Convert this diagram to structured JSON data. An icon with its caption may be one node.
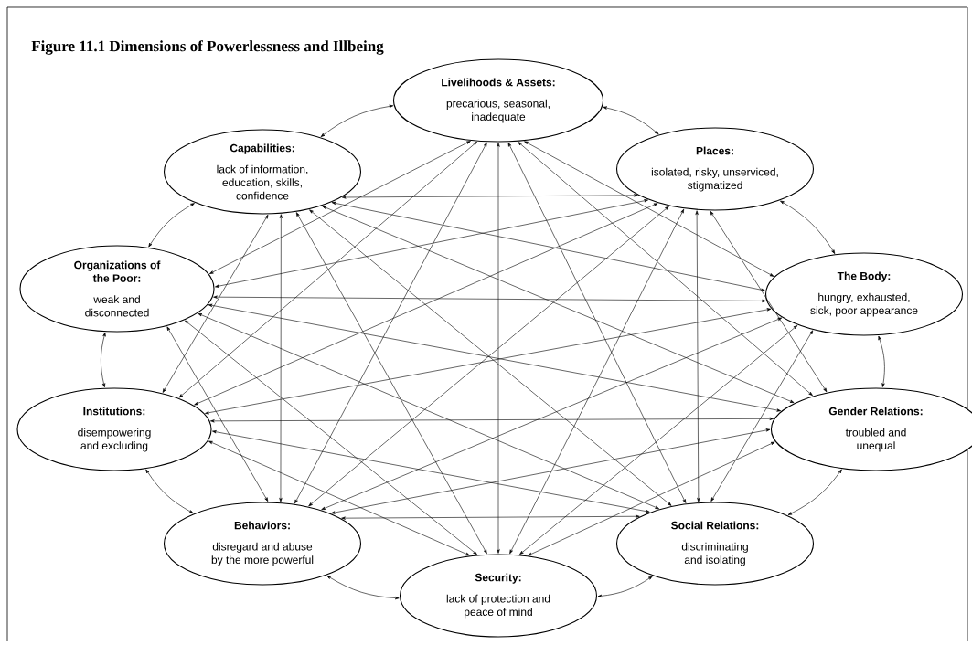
{
  "diagram": {
    "title": "Figure 11.1 Dimensions of Powerlessness and Illbeing",
    "nodes": [
      {
        "text": [
          "Livelihoods & Assets:",
          "precarious, seasonal, inadequate"
        ]
      },
      {
        "text": [
          "Capabilities:",
          "lack of information, education, skills, confidence"
        ]
      },
      {
        "text": [
          "Places:",
          "isolated, risky, unserviced, stigmatized"
        ]
      },
      {
        "text": [
          "Organizations of the Poor:",
          "weak and disconnected"
        ]
      },
      {
        "text": [
          "The Body:",
          "hungry, exhausted, sick, poor appearance"
        ]
      },
      {
        "text": [
          "Institutions:",
          "disempowering and excluding"
        ]
      },
      {
        "text": [
          "Gender Relations:",
          "troubled and unequal"
        ]
      },
      {
        "text": [
          "Behaviors:",
          "disregard and abuse by the more powerful"
        ]
      },
      {
        "text": [
          "Social Relations:",
          "discriminating and isolating"
        ]
      },
      {
        "text": [
          "Security:",
          "lack of protection and peace of mind"
        ]
      }
    ],
    "edges": [
      {
        "from": 0,
        "to": 1,
        "arrow": "both"
      },
      {
        "from": 0,
        "to": 2,
        "arrow": "both"
      },
      {
        "from": 0,
        "to": 3,
        "arrow": "both"
      },
      {
        "from": 0,
        "to": 4,
        "arrow": "both"
      },
      {
        "from": 0,
        "to": 5,
        "arrow": "both"
      },
      {
        "from": 0,
        "to": 6,
        "arrow": "both"
      },
      {
        "from": 0,
        "to": 7,
        "arrow": "both"
      },
      {
        "from": 0,
        "to": 8,
        "arrow": "both"
      },
      {
        "from": 0,
        "to": 9,
        "arrow": "both"
      },
      {
        "from": 1,
        "to": 2,
        "arrow": "both"
      },
      {
        "from": 1,
        "to": 3,
        "arrow": "both"
      },
      {
        "from": 1,
        "to": 4,
        "arrow": "both"
      },
      {
        "from": 1,
        "to": 5,
        "arrow": "both"
      },
      {
        "from": 1,
        "to": 6,
        "arrow": "both"
      },
      {
        "from": 1,
        "to": 7,
        "arrow": "both"
      },
      {
        "from": 1,
        "to": 8,
        "arrow": "both"
      },
      {
        "from": 1,
        "to": 9,
        "arrow": "both"
      },
      {
        "from": 2,
        "to": 3,
        "arrow": "both"
      },
      {
        "from": 2,
        "to": 4,
        "arrow": "both"
      },
      {
        "from": 2,
        "to": 5,
        "arrow": "both"
      },
      {
        "from": 2,
        "to": 6,
        "arrow": "both"
      },
      {
        "from": 2,
        "to": 7,
        "arrow": "both"
      },
      {
        "from": 2,
        "to": 8,
        "arrow": "both"
      },
      {
        "from": 2,
        "to": 9,
        "arrow": "both"
      },
      {
        "from": 3,
        "to": 4,
        "arrow": "both"
      },
      {
        "from": 3,
        "to": 5,
        "arrow": "both"
      },
      {
        "from": 3,
        "to": 6,
        "arrow": "both"
      },
      {
        "from": 3,
        "to": 7,
        "arrow": "both"
      },
      {
        "from": 3,
        "to": 8,
        "arrow": "both"
      },
      {
        "from": 3,
        "to": 9,
        "arrow": "both"
      },
      {
        "from": 4,
        "to": 5,
        "arrow": "both"
      },
      {
        "from": 4,
        "to": 6,
        "arrow": "both"
      },
      {
        "from": 4,
        "to": 7,
        "arrow": "both"
      },
      {
        "from": 4,
        "to": 8,
        "arrow": "both"
      },
      {
        "from": 4,
        "to": 9,
        "arrow": "both"
      },
      {
        "from": 5,
        "to": 6,
        "arrow": "both"
      },
      {
        "from": 5,
        "to": 7,
        "arrow": "both"
      },
      {
        "from": 5,
        "to": 8,
        "arrow": "both"
      },
      {
        "from": 5,
        "to": 9,
        "arrow": "both"
      },
      {
        "from": 6,
        "to": 7,
        "arrow": "both"
      },
      {
        "from": 6,
        "to": 8,
        "arrow": "both"
      },
      {
        "from": 6,
        "to": 9,
        "arrow": "both"
      },
      {
        "from": 7,
        "to": 8,
        "arrow": "both"
      },
      {
        "from": 7,
        "to": 9,
        "arrow": "both"
      },
      {
        "from": 8,
        "to": 9,
        "arrow": "both"
      }
    ]
  }
}
